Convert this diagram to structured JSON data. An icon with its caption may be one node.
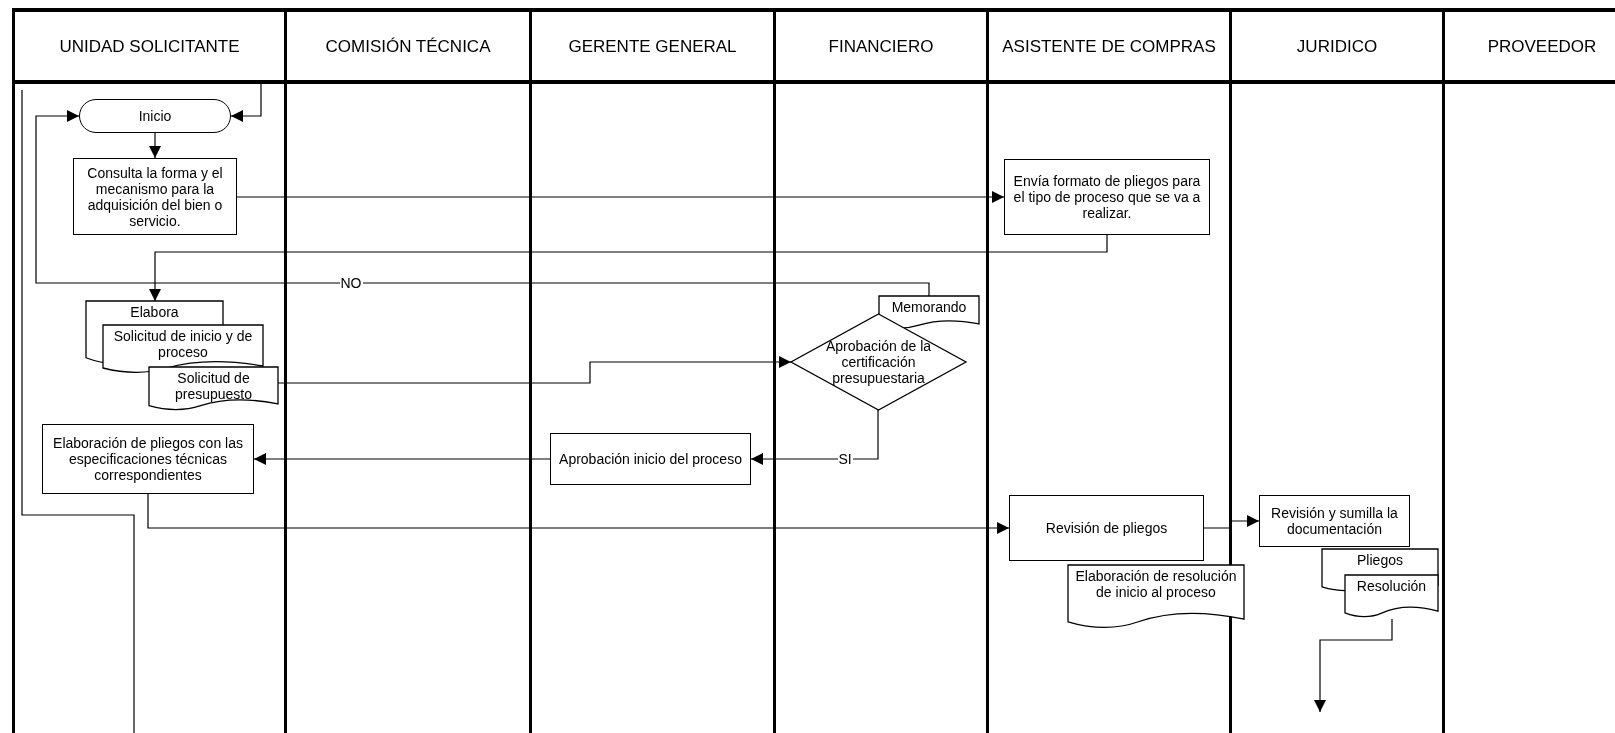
{
  "diagram": {
    "nodes": [
      {
        "text": [
          "UNIDAD SOLICITANTE"
        ]
      },
      {
        "text": [
          "COMISIÓN  TÉCNICA"
        ]
      },
      {
        "text": [
          "GERENTE GENERAL"
        ]
      },
      {
        "text": [
          "FINANCIERO"
        ]
      },
      {
        "text": [
          "ASISTENTE DE COMPRAS"
        ]
      },
      {
        "text": [
          "JURIDICO"
        ]
      },
      {
        "text": [
          "PROVEEDOR"
        ]
      },
      {
        "text": [
          "Inicio"
        ]
      },
      {
        "text": [
          "Consulta la forma y el mecanismo para la adquisición del bien o servicio."
        ]
      },
      {
        "text": [
          "Envía formato de pliegos para el tipo de proceso que se va a realizar."
        ]
      },
      {
        "text": [
          "Elabora"
        ]
      },
      {
        "text": [
          "Solicitud de inicio y de proceso"
        ]
      },
      {
        "text": [
          "Solicitud de presupuesto"
        ]
      },
      {
        "text": [
          "Memorando"
        ]
      },
      {
        "text": [
          "Aprobación de la certificación presupuestaria"
        ]
      },
      {
        "text": [
          "Aprobación  inicio del proceso"
        ]
      },
      {
        "text": [
          "Elaboración de pliegos con las especificaciones técnicas correspondientes"
        ]
      },
      {
        "text": [
          "Revisión de pliegos"
        ]
      },
      {
        "text": [
          "Elaboración de resolución de inicio al proceso"
        ]
      },
      {
        "text": [
          "Revisión  y sumilla la documentación"
        ]
      },
      {
        "text": [
          "Pliegos"
        ]
      },
      {
        "text": [
          "Resolución"
        ]
      }
    ],
    "edges": [
      {
        "from": 0,
        "to": 7,
        "arrow": "to"
      },
      {
        "from": 7,
        "to": 8,
        "arrow": "to"
      },
      {
        "from": 8,
        "to": 9,
        "arrow": "to"
      },
      {
        "from": 9,
        "to": 10,
        "arrow": "to"
      },
      {
        "from": 13,
        "to": 7,
        "arrow": "to",
        "label": "NO"
      },
      {
        "from": 12,
        "to": 14,
        "arrow": "to"
      },
      {
        "from": 14,
        "to": 15,
        "arrow": "to",
        "label": "SI"
      },
      {
        "from": 15,
        "to": 16,
        "arrow": "to"
      },
      {
        "from": 16,
        "to": 17,
        "arrow": "to"
      },
      {
        "from": 17,
        "to": 19,
        "arrow": "to"
      },
      {
        "from": 21,
        "to": null,
        "arrow": "to"
      }
    ]
  }
}
